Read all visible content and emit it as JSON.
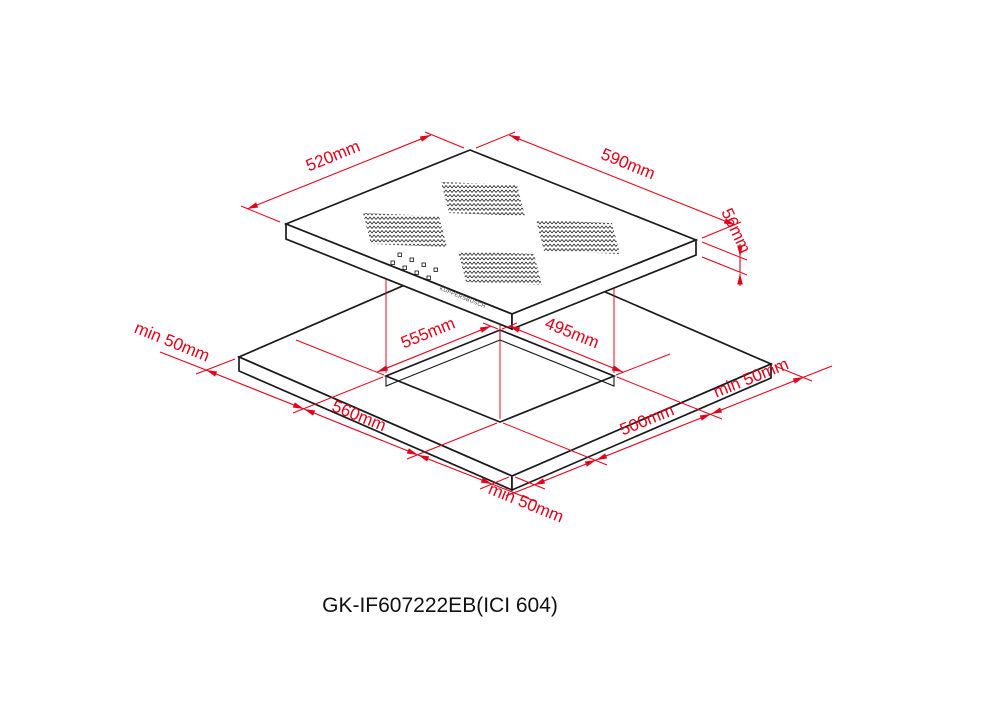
{
  "diagram": {
    "title_model": "GK-IF607222EB(ICI 604)",
    "brand_label": "KUPPERSBUSCH",
    "dimensions": {
      "hob_depth": "520mm",
      "hob_width": "590mm",
      "hob_thickness": "56mm",
      "body_width": "555mm",
      "body_depth": "495mm",
      "cutout_width": "560mm",
      "cutout_depth": "500mm",
      "clearance_left": "min 50mm",
      "clearance_right": "min 50mm",
      "clearance_front": "min 50mm"
    },
    "colors": {
      "dimension_red": "#e50019",
      "outline_black": "#1a1a1a",
      "background": "#ffffff"
    }
  }
}
